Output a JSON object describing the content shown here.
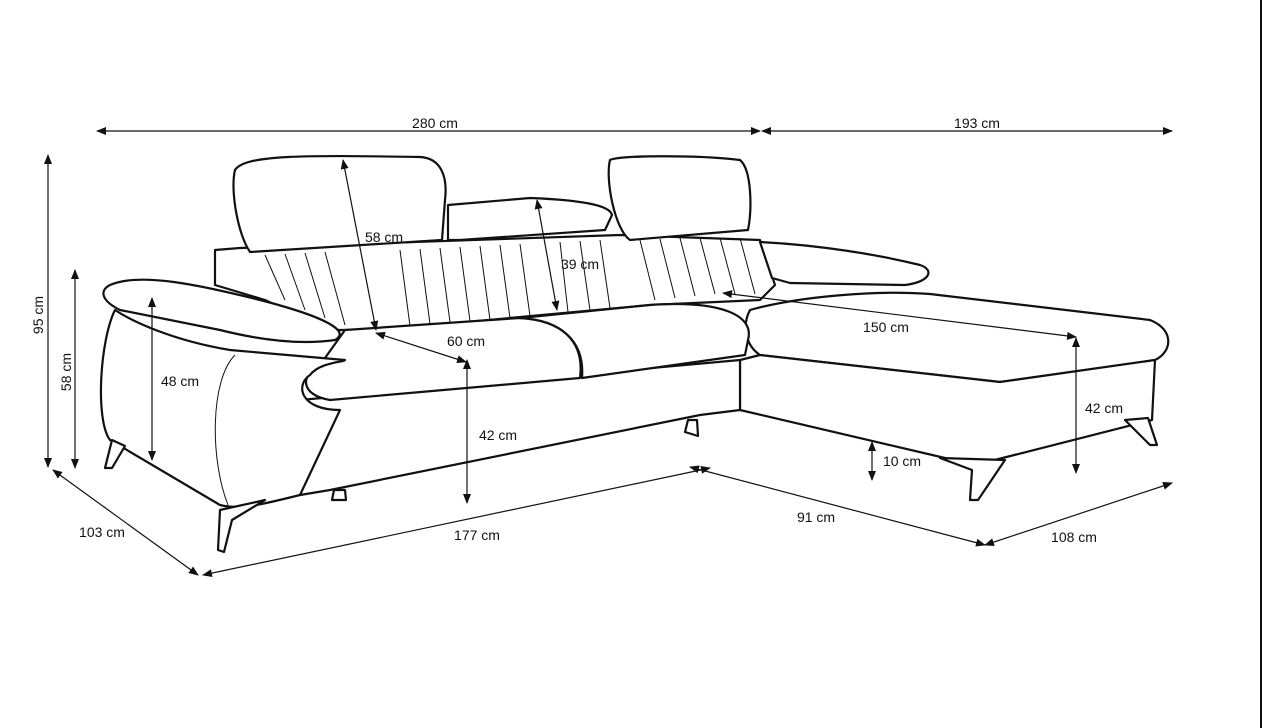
{
  "title": "Corner sofa dimension drawing",
  "dimensions": {
    "total_width": "280 cm",
    "chaise_depth": "193 cm",
    "total_height": "95 cm",
    "back_height": "58 cm",
    "headrest_height": "58 cm",
    "middle_headrest": "39 cm",
    "seat_depth": "60 cm",
    "armrest_height": "48 cm",
    "chaise_seat_length": "150 cm",
    "seat_height": "42 cm",
    "chaise_seat_height": "42 cm",
    "leg_height": "10 cm",
    "depth": "103 cm",
    "main_length": "177 cm",
    "chaise_side": "91 cm",
    "chaise_width": "108 cm"
  }
}
